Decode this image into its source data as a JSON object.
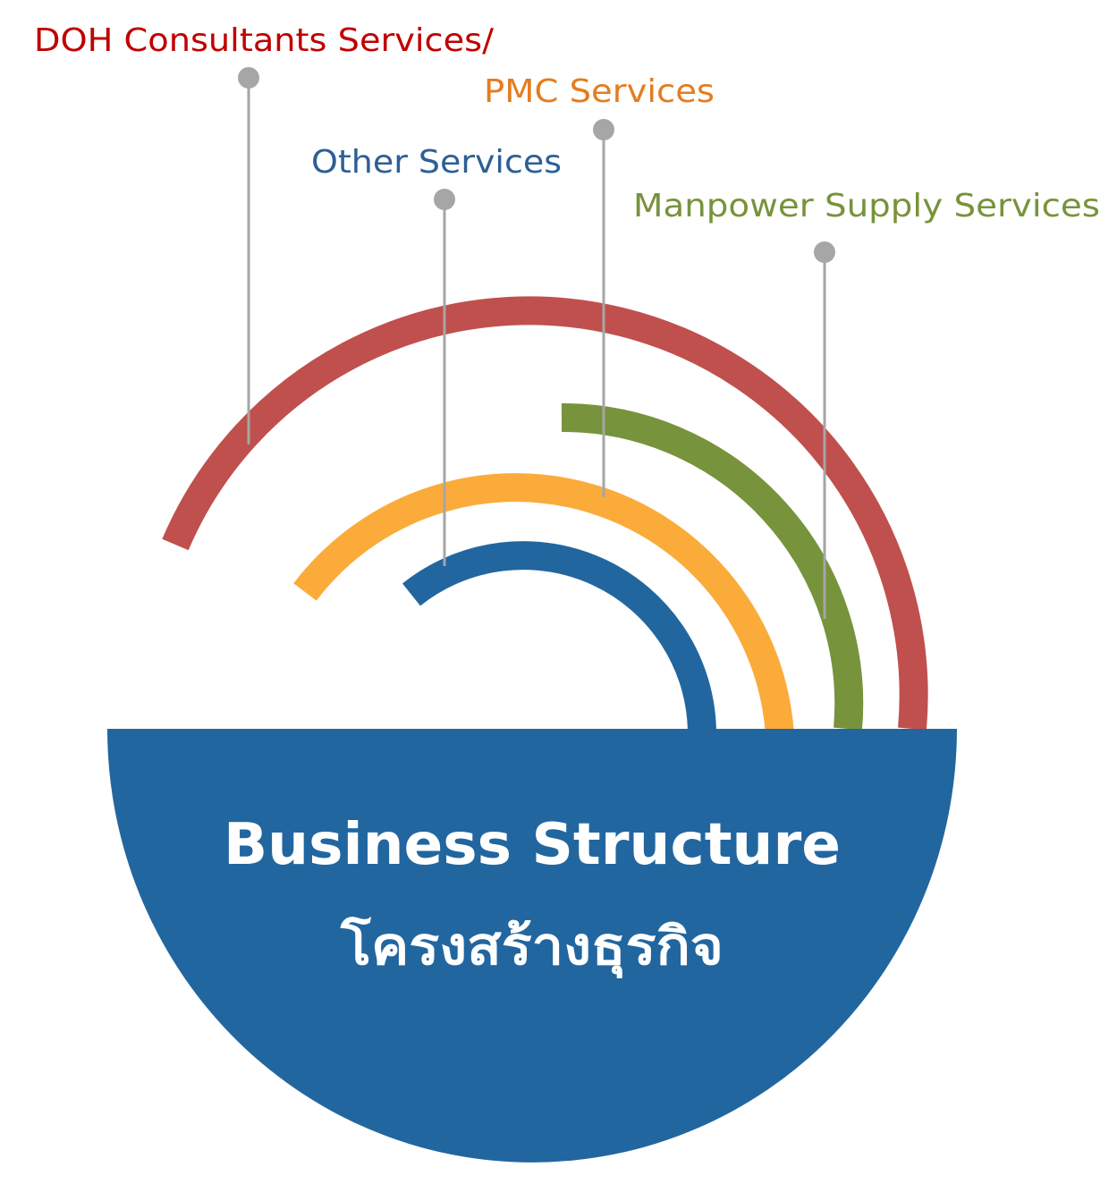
{
  "labels": {
    "doh": "DOH Consultants Services/",
    "pmc": "PMC Services",
    "other": "Other Services",
    "manpower": "Manpower Supply Services"
  },
  "center": {
    "title": "Business Structure",
    "subtitle": "โครงสร้างธุรกิจ"
  },
  "colors": {
    "doh": "#c0504d",
    "doh_text": "#c00000",
    "pmc": "#fbab3a",
    "pmc_text": "#e57c1f",
    "other": "#2266a0",
    "other_text": "#2d5f96",
    "manpower": "#77933c",
    "manpower_text": "#77933c",
    "base": "#2266a0",
    "connector": "#a6a6a6"
  }
}
